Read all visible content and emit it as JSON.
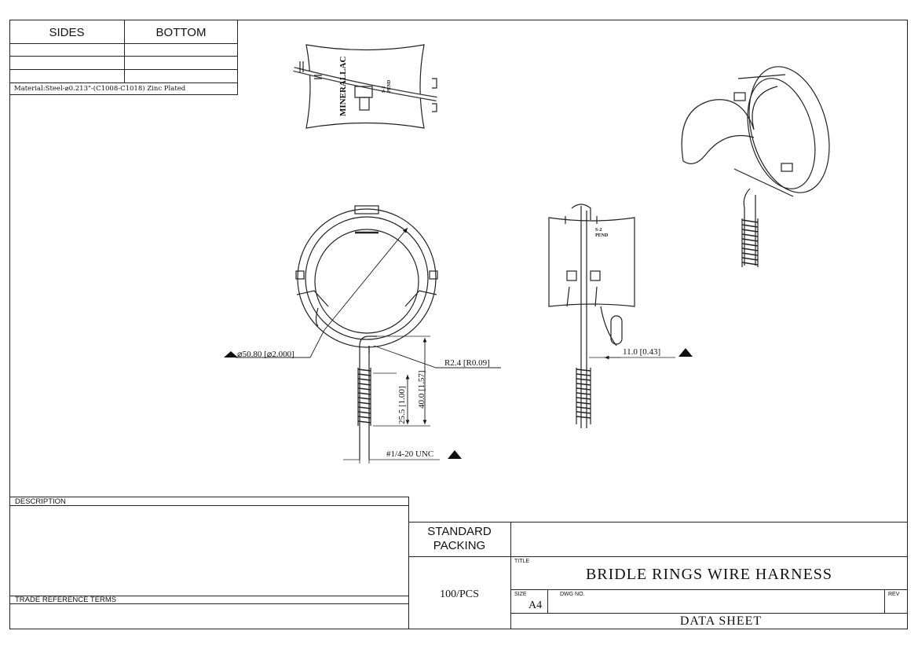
{
  "sides_table": {
    "sides_header": "SIDES",
    "bottom_header": "BOTTOM",
    "material": "Material:Steel-⌀0.213\"-(C1008-C1018) Zinc Plated"
  },
  "drawing": {
    "diameter_label": "⌀50.80 [⌀2.000]",
    "radius_label": "R2.4 [R0.09]",
    "height_total_label": "40.0 [1.57]",
    "thread_length_label": "25.5 [1.00]",
    "thread_label": "#1/4-20 UNC",
    "offset_label": "11.0 [0.43]",
    "side_marking": "MINERALLAC",
    "mark_a": "S-2",
    "mark_b": "PEND"
  },
  "title_block": {
    "description_label": "DESCRIPTION",
    "trade_reference_label": "TRADE REFERENCE TERMS",
    "standard_packing_line1": "STANDARD",
    "standard_packing_line2": "PACKING",
    "packing_qty": "100/PCS",
    "title_label": "TITLE",
    "title_value": "BRIDLE RINGS WIRE HARNESS",
    "size_label": "SIZE",
    "size_value": "A4",
    "dwg_no_label": "DWG NO.",
    "rev_label": "REV",
    "sheet_label": "DATA SHEET"
  }
}
